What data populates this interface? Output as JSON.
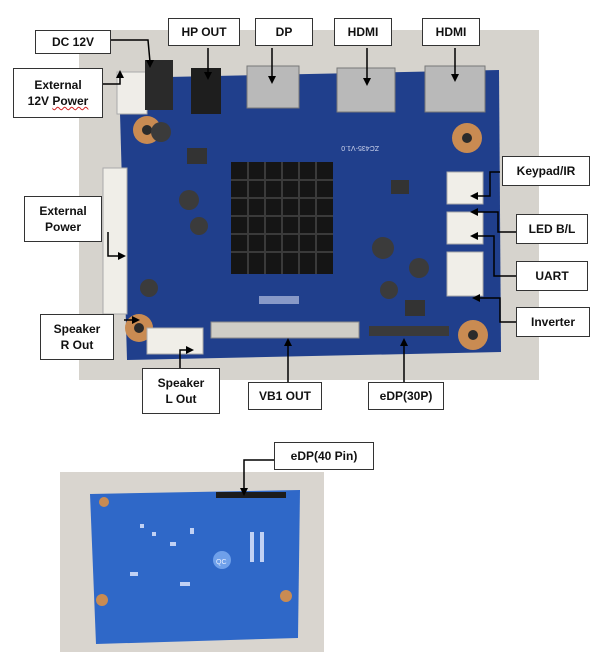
{
  "labels": {
    "dc12v": "DC 12V",
    "hpout": "HP OUT",
    "dp": "DP",
    "hdmi1": "HDMI",
    "hdmi2": "HDMI",
    "ext12v_line1": "External",
    "ext12v_line2": "12V",
    "ext12v_line3": "Power",
    "keypad": "Keypad/IR",
    "extpower_line1": "External",
    "extpower_line2": "Power",
    "ledbl": "LED B/L",
    "uart": "UART",
    "inverter": "Inverter",
    "spkr_line1": "Speaker",
    "spkr_line2": "R Out",
    "spkl_line1": "Speaker",
    "spkl_line2": "L Out",
    "vb1": "VB1 OUT",
    "edp30": "eDP(30P)",
    "edp40": "eDP(40 Pin)"
  },
  "board": {
    "top_silk": "ZC435-V1.0",
    "bottom_logo": "QC"
  },
  "colors": {
    "pcb": "#1f3f8e",
    "pcb_dark": "#16306f",
    "heatsink": "#1a1a1a",
    "connector_white": "#f1efe9",
    "metal": "#b7b7b7"
  }
}
